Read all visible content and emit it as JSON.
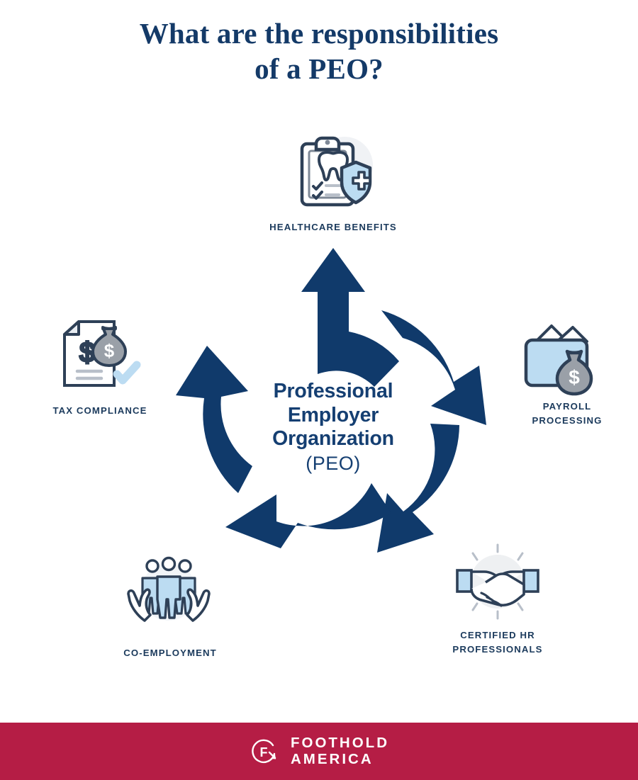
{
  "title": {
    "line1": "What are the responsibilities",
    "line2": "of a PEO?"
  },
  "center": {
    "line1": "Professional",
    "line2": "Employer",
    "line3": "Organization",
    "abbrev": "(PEO)"
  },
  "colors": {
    "navy": "#143a68",
    "arrow_navy": "#103a6b",
    "label_navy": "#1b3a5c",
    "footer_red": "#b51d45",
    "icon_stroke": "#2e4057",
    "icon_blue": "#bcdcf2",
    "icon_gray": "#9aa0a8",
    "background": "#ffffff"
  },
  "nodes": [
    {
      "id": "healthcare-benefits",
      "label": "HEALTHCARE BENEFITS",
      "icon": "clipboard-tooth-shield-icon",
      "position": "top"
    },
    {
      "id": "payroll-processing",
      "label_line1": "PAYROLL",
      "label_line2": "PROCESSING",
      "icon": "wallet-money-bag-icon",
      "position": "right"
    },
    {
      "id": "certified-hr-professionals",
      "label_line1": "CERTIFIED HR",
      "label_line2": "PROFESSIONALS",
      "icon": "handshake-icon",
      "position": "bottom-right"
    },
    {
      "id": "co-employment",
      "label": "CO-EMPLOYMENT",
      "icon": "hands-holding-people-icon",
      "position": "bottom-left"
    },
    {
      "id": "tax-compliance",
      "label": "TAX COMPLIANCE",
      "icon": "document-money-bag-check-icon",
      "position": "left"
    }
  ],
  "footer": {
    "logo_mark": "foothold-circle-f-arrow-icon",
    "brand_line1": "FOOTHOLD",
    "brand_line2": "AMERICA"
  }
}
